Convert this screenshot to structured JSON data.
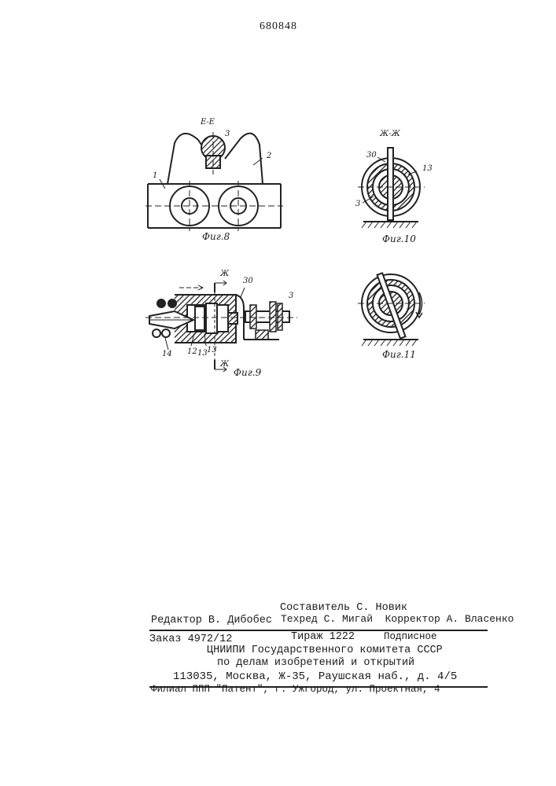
{
  "patent_number": "680848",
  "figures": {
    "fig8": {
      "section": "Е-Е",
      "caption": "Фиг.8",
      "callouts": [
        "1",
        "2",
        "3"
      ]
    },
    "fig9": {
      "caption": "Фиг.9",
      "section_marks": [
        "Ж",
        "Ж"
      ],
      "callouts": [
        "30",
        "3",
        "14",
        "12",
        "13",
        "13"
      ]
    },
    "fig10": {
      "section": "Ж-Ж",
      "caption": "Фиг.10",
      "callouts": [
        "30",
        "13",
        "3"
      ]
    },
    "fig11": {
      "caption": "Фиг.11"
    }
  },
  "imprint": {
    "editor": "Редактор В. Дибобес",
    "compiler": "Составитель С. Новик",
    "techred_corrector": "Техред С. Мигай  Корректор А. Власенко",
    "order": "Заказ 4972/12",
    "circulation": "Тираж 1222",
    "subscription": "Подписное",
    "org_line1": "ЦНИИПИ Государственного комитета СССР",
    "org_line2": "по делам изобретений и открытий",
    "address": "113035, Москва, Ж-35, Раушская наб., д. 4/5",
    "branch": "Филиал ППП \"Патент\", г. Ужгород, ул. Проектная, 4"
  }
}
